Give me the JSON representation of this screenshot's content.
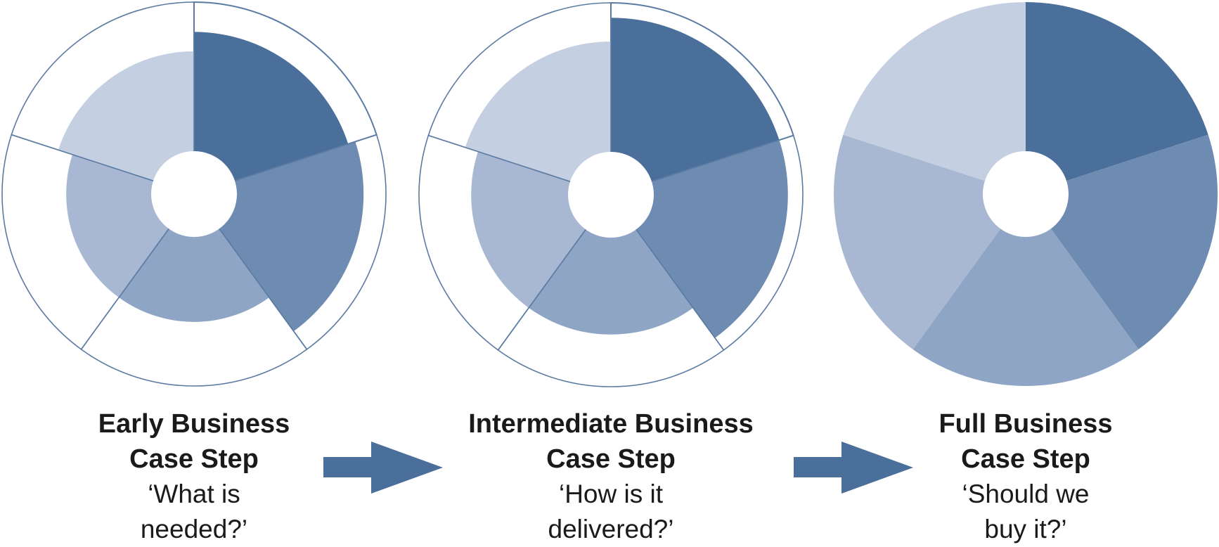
{
  "colors": {
    "segment_fills": [
      "#4a6f9a",
      "#6e8bb1",
      "#8fa5c5",
      "#a8b8d3",
      "#c4d0e1"
    ],
    "outline": "#5b7ba3",
    "arrow": "#4a6f9a"
  },
  "steps": [
    {
      "title_line1": "Early Business",
      "title_line2": "Case Step",
      "question_line1": "‘What is",
      "question_line2": "needed?’",
      "segment_fill_levels": [
        0.8,
        0.85,
        0.57,
        0.57,
        0.67
      ]
    },
    {
      "title_line1": "Intermediate Business",
      "title_line2": "Case Step",
      "question_line1": "‘How is it",
      "question_line2": "delivered?’",
      "segment_fill_levels": [
        0.9,
        0.9,
        0.65,
        0.65,
        0.74
      ]
    },
    {
      "title_line1": "Full Business",
      "title_line2": "Case Step",
      "question_line1": "‘Should we",
      "question_line2": "buy it?’",
      "segment_fill_levels": [
        1,
        1,
        1,
        1,
        1
      ]
    }
  ],
  "arrows": [
    {
      "icon": "right-arrow-icon"
    },
    {
      "icon": "right-arrow-icon"
    }
  ]
}
